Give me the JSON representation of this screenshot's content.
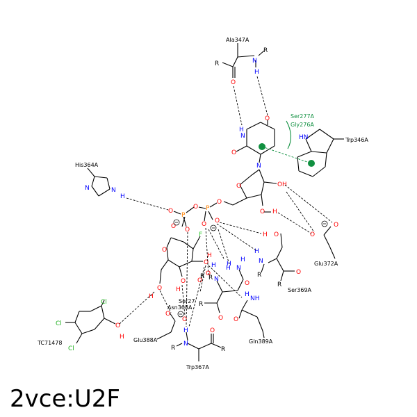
{
  "title": "2vce:U2F",
  "colors": {
    "O": "#ff0000",
    "N": "#0000ff",
    "F": "#32cd32",
    "Cl": "#20b020",
    "P": "#ff8000",
    "pi": "#109040"
  },
  "residues": {
    "ala347": "Ala347A",
    "ser277": "Ser277A",
    "gly276": "Gly276A",
    "trp346": "Trp346A",
    "his364": "His364A",
    "glu372": "Glu372A",
    "ser369": "Ser369A",
    "ser27": "Ser27",
    "asn368": "Asn368A",
    "gln389": "Gln389A",
    "glu388": "Glu388A",
    "trp367": "Trp367A",
    "tc71478": "TC71478"
  },
  "atoms": {
    "O": "O",
    "N": "N",
    "H": "H",
    "R": "R",
    "P": "P",
    "F": "F",
    "Cl": "Cl",
    "minus": "−"
  }
}
